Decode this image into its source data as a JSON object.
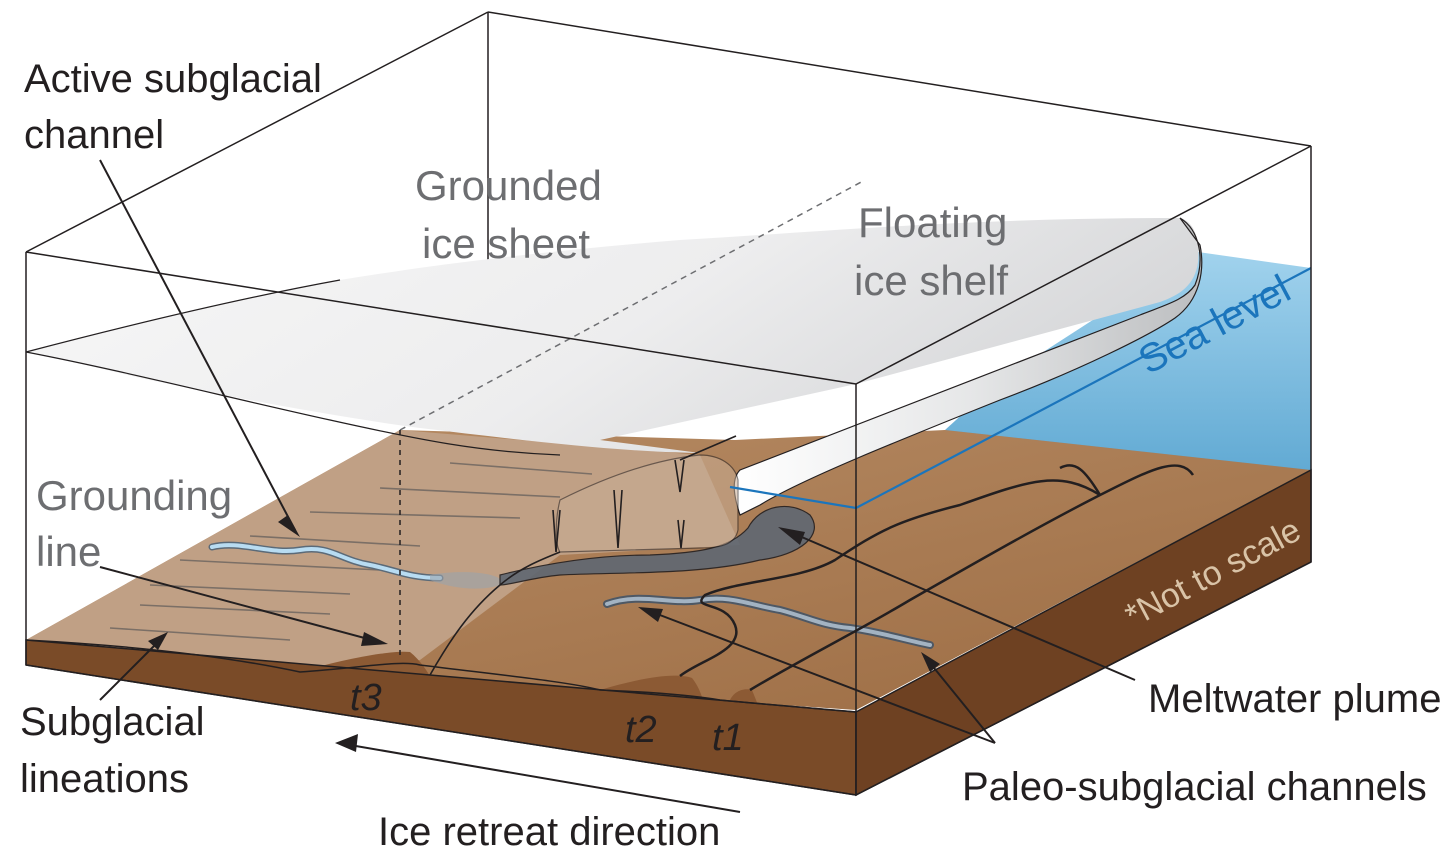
{
  "labels": {
    "active_channel_1": "Active subglacial",
    "active_channel_2": "channel",
    "grounded_1": "Grounded",
    "grounded_2": "ice sheet",
    "floating_1": "Floating",
    "floating_2": "ice shelf",
    "sea_level": "Sea level",
    "grounding_1": "Grounding",
    "grounding_2": "line",
    "not_to_scale": "*Not to scale",
    "t3": "t3",
    "t2": "t2",
    "t1": "t1",
    "lineations_1": "Subglacial",
    "lineations_2": "lineations",
    "meltwater": "Meltwater plume",
    "paleo": "Paleo-subglacial channels",
    "retreat": "Ice retreat direction"
  },
  "colors": {
    "sediment_top": "#a57850",
    "sediment_side": "#7a4b28",
    "sediment_light": "#c8a284",
    "ice": "#e9e9ea",
    "water": "#5aa8d6",
    "sea_level_line": "#1b75bc",
    "plume": "#6d7580",
    "channel_water": "#a9d2ee",
    "text_gray": "#6d6e71",
    "text_dark": "#231f20"
  }
}
